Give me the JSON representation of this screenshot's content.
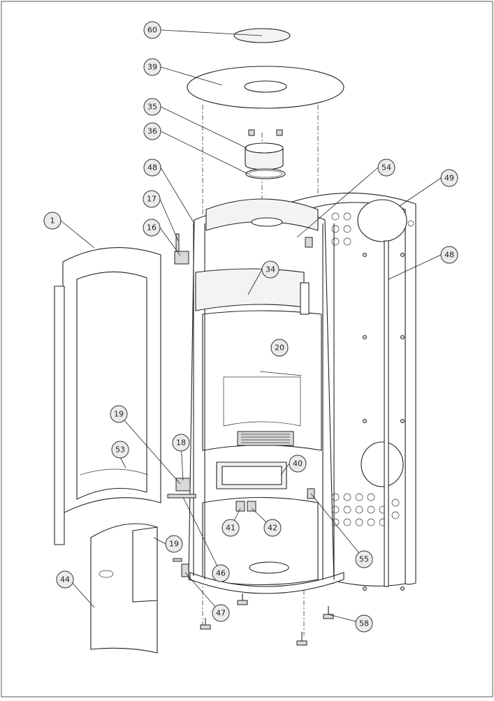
{
  "callouts": [
    {
      "label": "60"
    },
    {
      "label": "39"
    },
    {
      "label": "35"
    },
    {
      "label": "36"
    },
    {
      "label": "48"
    },
    {
      "label": "54"
    },
    {
      "label": "49"
    },
    {
      "label": "17"
    },
    {
      "label": "16"
    },
    {
      "label": "1"
    },
    {
      "label": "34"
    },
    {
      "label": "48"
    },
    {
      "label": "20"
    },
    {
      "label": "19"
    },
    {
      "label": "18"
    },
    {
      "label": "53"
    },
    {
      "label": "40"
    },
    {
      "label": "41"
    },
    {
      "label": "42"
    },
    {
      "label": "19"
    },
    {
      "label": "55"
    },
    {
      "label": "44"
    },
    {
      "label": "46"
    },
    {
      "label": "47"
    },
    {
      "label": "58"
    }
  ]
}
